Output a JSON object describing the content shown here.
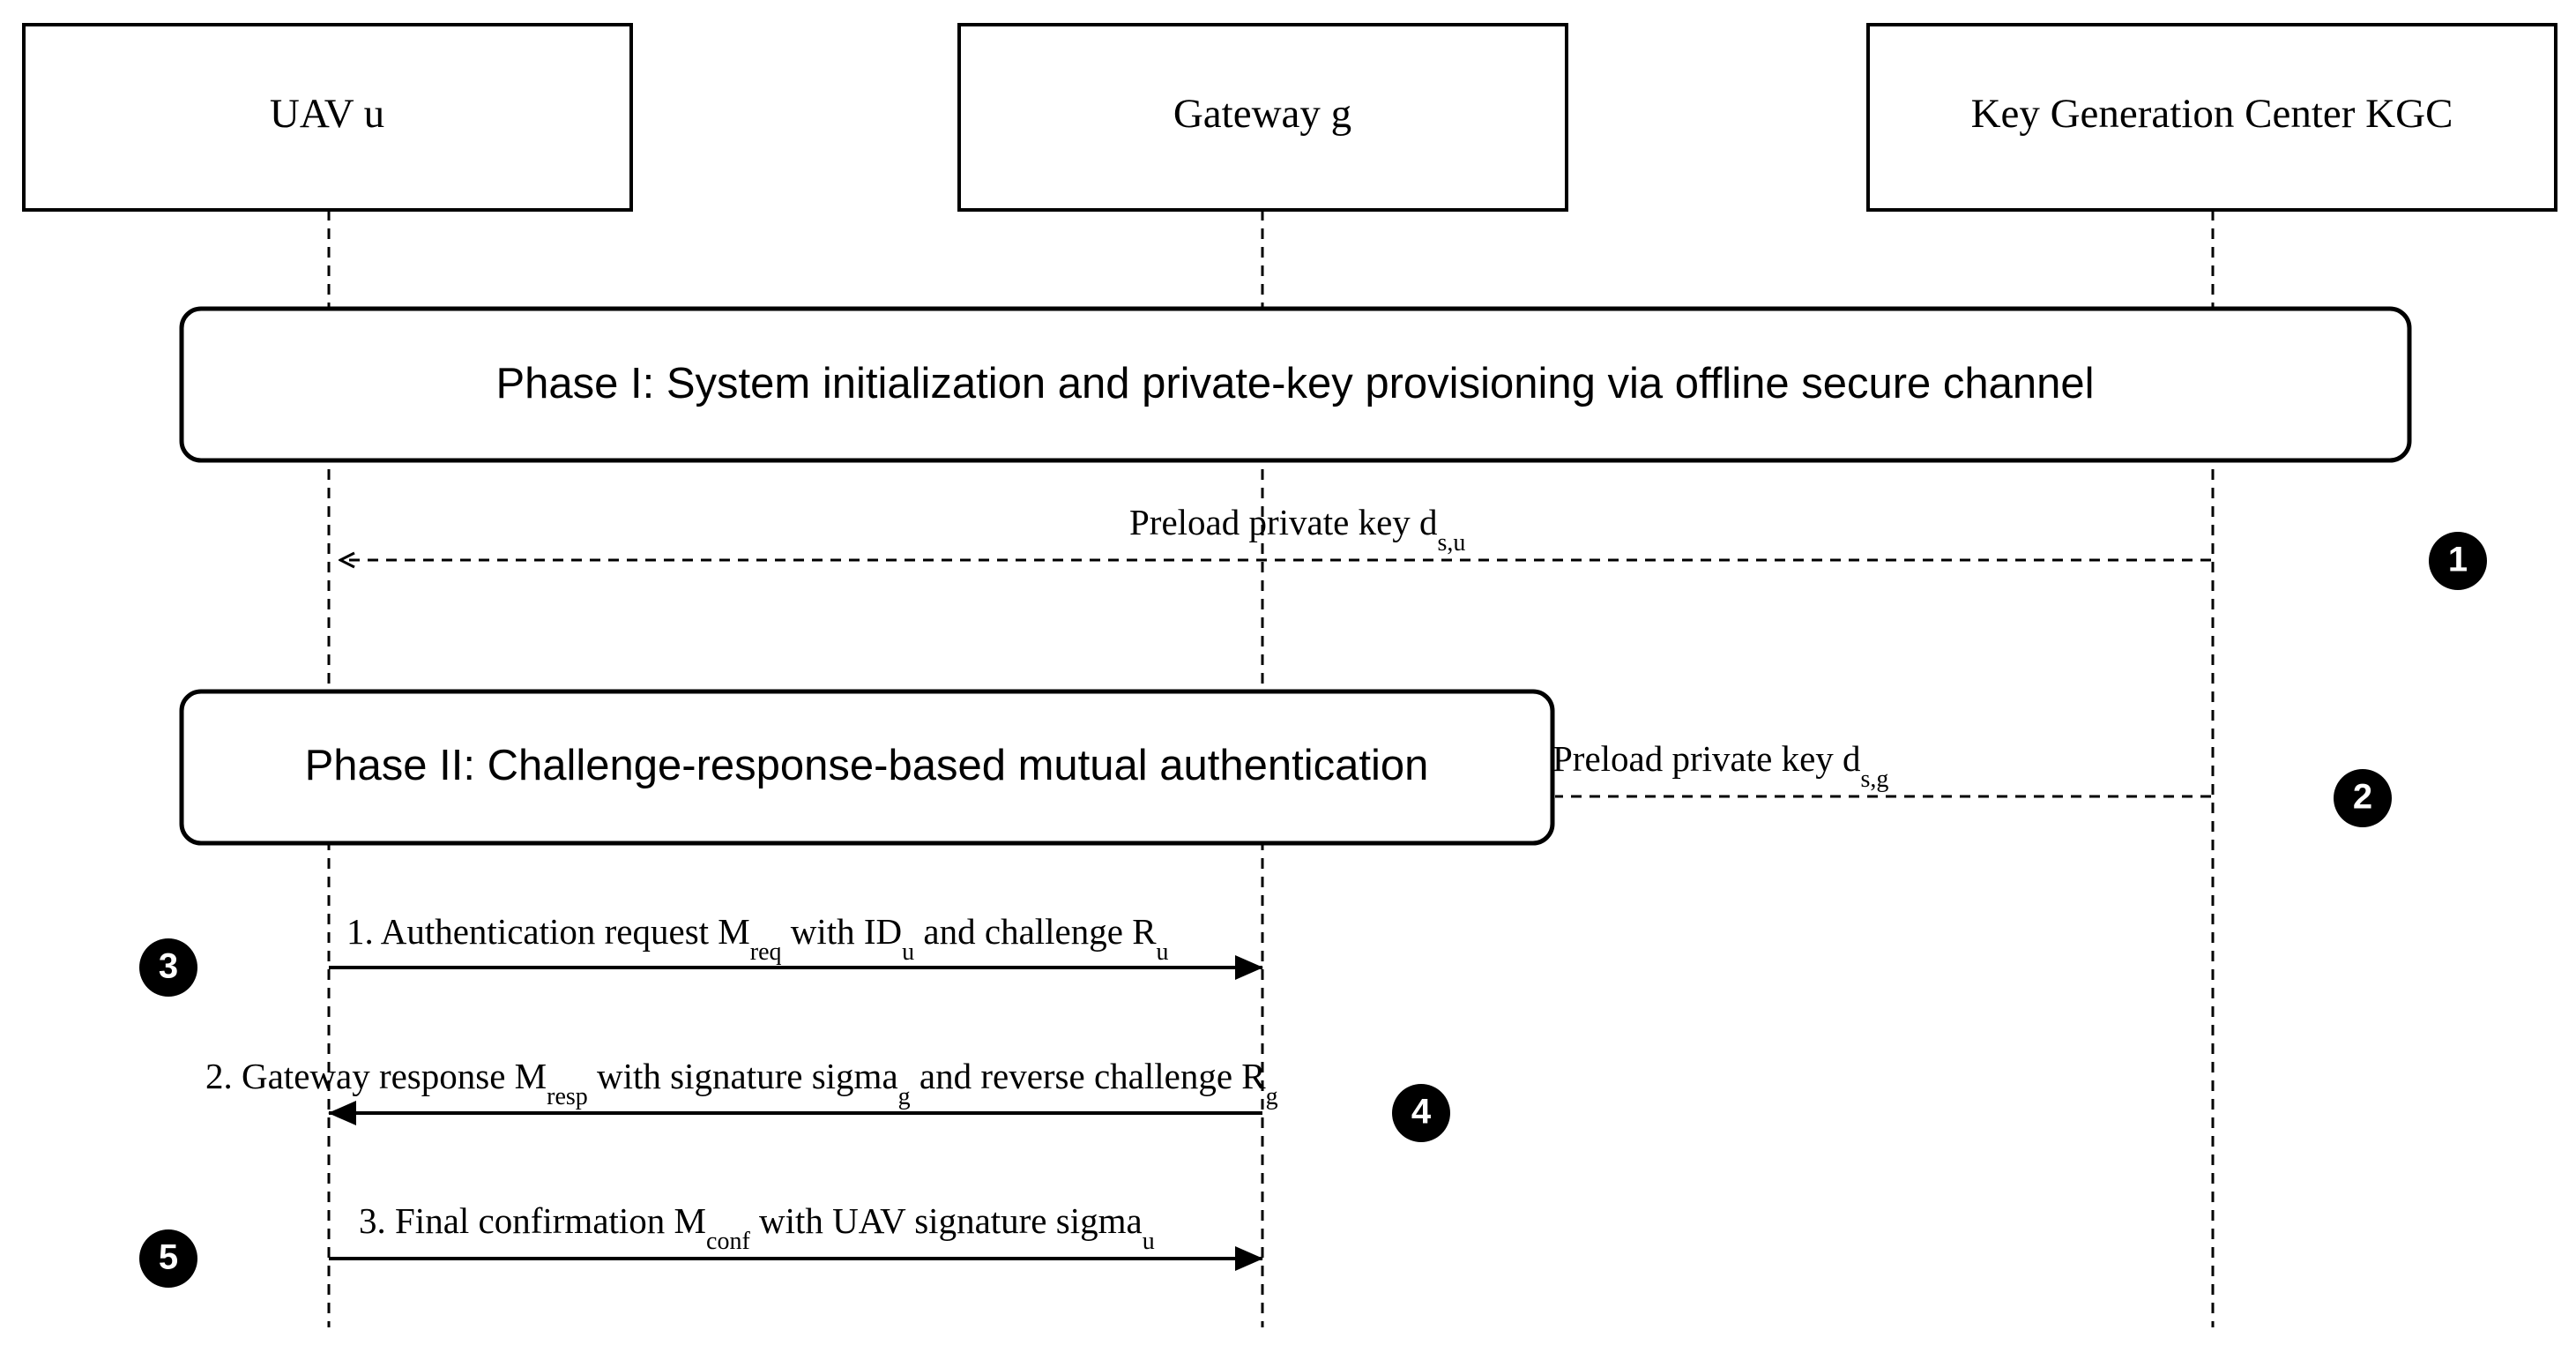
{
  "actors": [
    {
      "id": "uav",
      "label": "UAV u"
    },
    {
      "id": "gateway",
      "label": "Gateway g"
    },
    {
      "id": "kgc",
      "label": "Key Generation Center KGC"
    }
  ],
  "phases": [
    {
      "label": "Phase I: System initialization and private-key provisioning via offline secure channel"
    },
    {
      "label": "Phase II: Challenge-response-based mutual authentication"
    }
  ],
  "messages": [
    {
      "parts": [
        {
          "t": "Preload private key d"
        },
        {
          "t": "s,u",
          "sub": true
        }
      ]
    },
    {
      "parts": [
        {
          "t": "Preload private key d"
        },
        {
          "t": "s,g",
          "sub": true
        }
      ]
    },
    {
      "parts": [
        {
          "t": "1. Authentication request M"
        },
        {
          "t": "req",
          "sub": true
        },
        {
          "t": " with ID"
        },
        {
          "t": "u",
          "sub": true
        },
        {
          "t": " and challenge R"
        },
        {
          "t": "u",
          "sub": true
        }
      ]
    },
    {
      "parts": [
        {
          "t": "2. Gateway response M"
        },
        {
          "t": "resp",
          "sub": true
        },
        {
          "t": " with signature sigma"
        },
        {
          "t": "g",
          "sub": true
        },
        {
          "t": " and reverse challenge R"
        },
        {
          "t": "g",
          "sub": true
        }
      ]
    },
    {
      "parts": [
        {
          "t": "3. Final confirmation M"
        },
        {
          "t": "conf",
          "sub": true
        },
        {
          "t": " with UAV signature sigma"
        },
        {
          "t": "u",
          "sub": true
        }
      ]
    }
  ],
  "step_markers": [
    "1",
    "2",
    "3",
    "4",
    "5"
  ],
  "colors": {
    "line": "#000000",
    "background": "#ffffff",
    "marker": "#000000",
    "marker_text": "#ffffff"
  }
}
